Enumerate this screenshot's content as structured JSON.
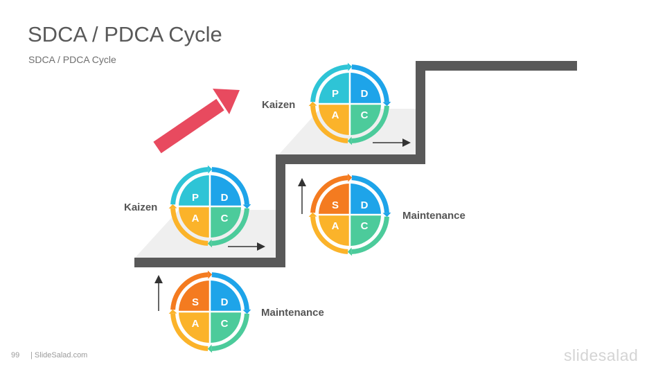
{
  "slide": {
    "title": "SDCA / PDCA Cycle",
    "subtitle": "SDCA / PDCA Cycle",
    "page_number": "99",
    "footer_brand": "| SlideSalad.com",
    "logo_text": "slidesalad"
  },
  "labels": {
    "kaizen_top": "Kaizen",
    "kaizen_mid": "Kaizen",
    "maintenance_mid": "Maintenance",
    "maintenance_bottom": "Maintenance"
  },
  "cycles": {
    "pdca_top": {
      "tl": "P",
      "tr": "D",
      "bl": "A",
      "br": "C"
    },
    "pdca_mid": {
      "tl": "P",
      "tr": "D",
      "bl": "A",
      "br": "C"
    },
    "sdca_mid": {
      "tl": "S",
      "tr": "D",
      "bl": "A",
      "br": "C"
    },
    "sdca_bottom": {
      "tl": "S",
      "tr": "D",
      "bl": "A",
      "br": "C"
    }
  },
  "colors": {
    "plan": "#2ec4d6",
    "standardize": "#f47b20",
    "do": "#1ea4e9",
    "check": "#4ccb9b",
    "act": "#fbb32a",
    "up_arrow": "#e84a5f",
    "stairs": "#595959"
  }
}
